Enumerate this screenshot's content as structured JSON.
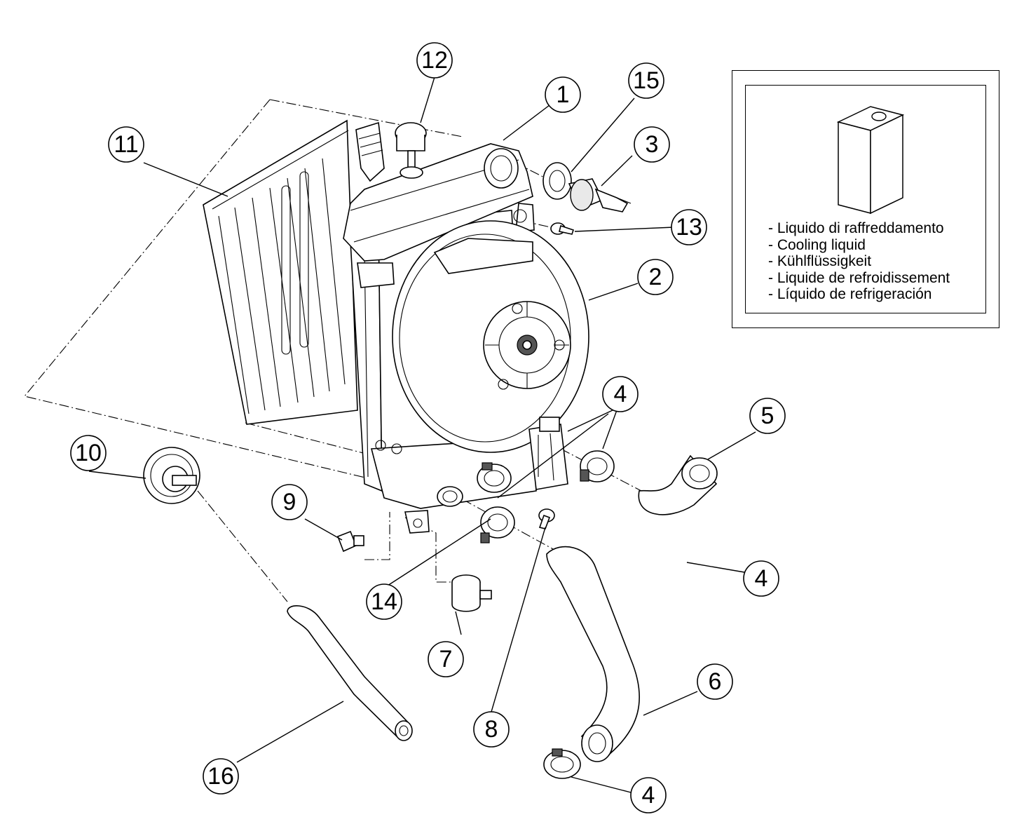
{
  "callouts": [
    {
      "id": "c1",
      "label": "1"
    },
    {
      "id": "c2",
      "label": "2"
    },
    {
      "id": "c3",
      "label": "3"
    },
    {
      "id": "c4a",
      "label": "4"
    },
    {
      "id": "c4b",
      "label": "4"
    },
    {
      "id": "c4c",
      "label": "4"
    },
    {
      "id": "c5",
      "label": "5"
    },
    {
      "id": "c6",
      "label": "6"
    },
    {
      "id": "c7",
      "label": "7"
    },
    {
      "id": "c8",
      "label": "8"
    },
    {
      "id": "c9",
      "label": "9"
    },
    {
      "id": "c10",
      "label": "10"
    },
    {
      "id": "c11",
      "label": "11"
    },
    {
      "id": "c12",
      "label": "12"
    },
    {
      "id": "c13",
      "label": "13"
    },
    {
      "id": "c14",
      "label": "14"
    },
    {
      "id": "c15",
      "label": "15"
    },
    {
      "id": "c16",
      "label": "16"
    }
  ],
  "legend": {
    "icon": "coolant-container-icon",
    "lines": [
      "- Liquido di raffreddamento",
      "- Cooling liquid",
      "- Kühlflüssigkeit",
      "- Liquide de refroidissement",
      "- Líquido de refrigeración"
    ]
  }
}
